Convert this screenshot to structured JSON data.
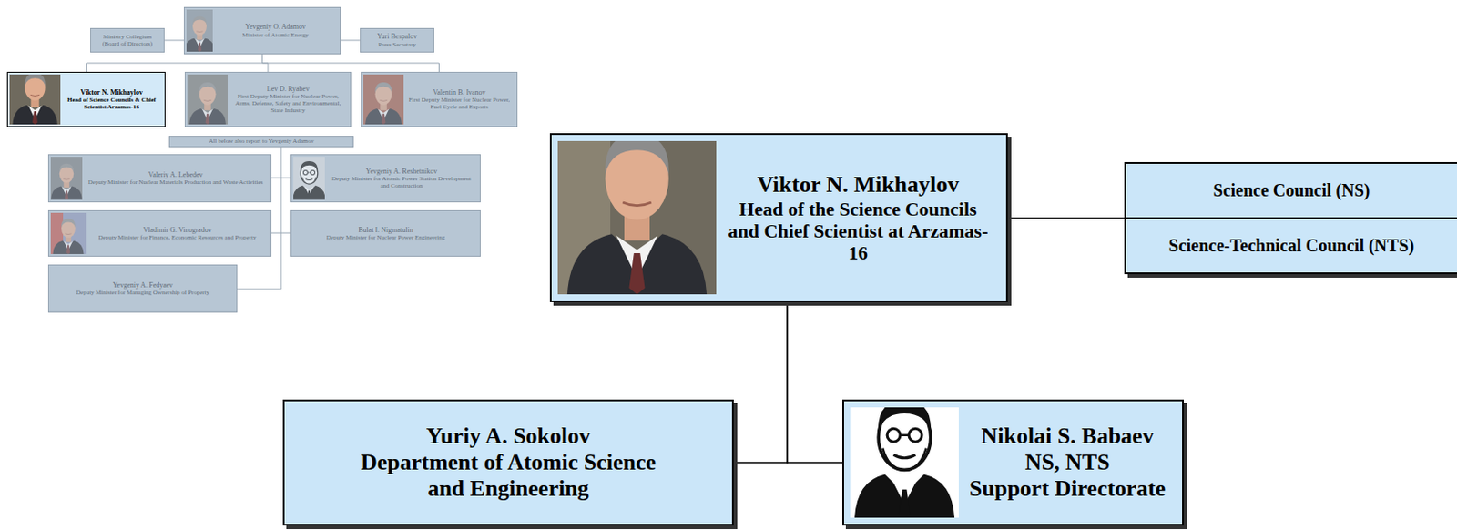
{
  "diagram": {
    "nodes": [
      {
        "text": [
          "Ministry Collegium (Board of Directors)"
        ]
      },
      {
        "text": [
          "Yevgeniy O. Adamov",
          "Minister of Atomic Energy"
        ]
      },
      {
        "text": [
          "Yuri Bespalov",
          "Press Secretary"
        ]
      },
      {
        "text": [
          "Viktor N. Mikhaylov",
          "Head of Science Councils & Chief Scientist Arzamas-16"
        ]
      },
      {
        "text": [
          "Lev D. Ryabev",
          "First Deputy Minister for Nuclear Power, Arms, Defense, Safety and Environmental, State Industry"
        ]
      },
      {
        "text": [
          "Valentin B. Ivanov",
          "First Deputy Minister for Nuclear Power, Fuel Cycle and Exports"
        ]
      },
      {
        "text": [
          "All below also report to Yevgeniy Adamov"
        ]
      },
      {
        "text": [
          "Valeriy A. Lebedev",
          "Deputy Minister for Nuclear Materials Production and Waste Activities"
        ]
      },
      {
        "text": [
          "Yevgeniy A. Reshetnikov",
          "Deputy Minister for Atomic Power Station Development and Construction"
        ]
      },
      {
        "text": [
          "Vladimir G. Vinogradov",
          "Deputy Minister for Finance, Economic Resources and Property"
        ]
      },
      {
        "text": [
          "Bulat I. Nigmatulin",
          "Deputy Minister for Nuclear Power Engineering"
        ]
      },
      {
        "text": [
          "Yevgeniy A. Fedyaev",
          "Deputy Minister for Managing Ownership of Property"
        ]
      },
      {
        "text": [
          "Viktor N. Mikhaylov",
          "Head of the Science Councils and Chief Scientist at Arzamas-16"
        ]
      },
      {
        "text": [
          "Science Council (NS)",
          "Science-Technical Council (NTS)"
        ]
      },
      {
        "text": [
          "Yuriy A. Sokolov",
          "Department of Atomic Science and Engineering"
        ]
      },
      {
        "text": [
          "Nikolai S. Babaev",
          "NS, NTS",
          "Support Directorate"
        ]
      }
    ],
    "edges": [
      {
        "from": 1,
        "to": 0,
        "arrow": "none"
      },
      {
        "from": 1,
        "to": 2,
        "arrow": "none"
      },
      {
        "from": 1,
        "to": 3,
        "arrow": "none"
      },
      {
        "from": 1,
        "to": 4,
        "arrow": "none"
      },
      {
        "from": 1,
        "to": 5,
        "arrow": "none"
      },
      {
        "from": 12,
        "to": 13,
        "arrow": "none"
      },
      {
        "from": 12,
        "to": 14,
        "arrow": "none"
      },
      {
        "from": 12,
        "to": 15,
        "arrow": "none"
      }
    ]
  }
}
